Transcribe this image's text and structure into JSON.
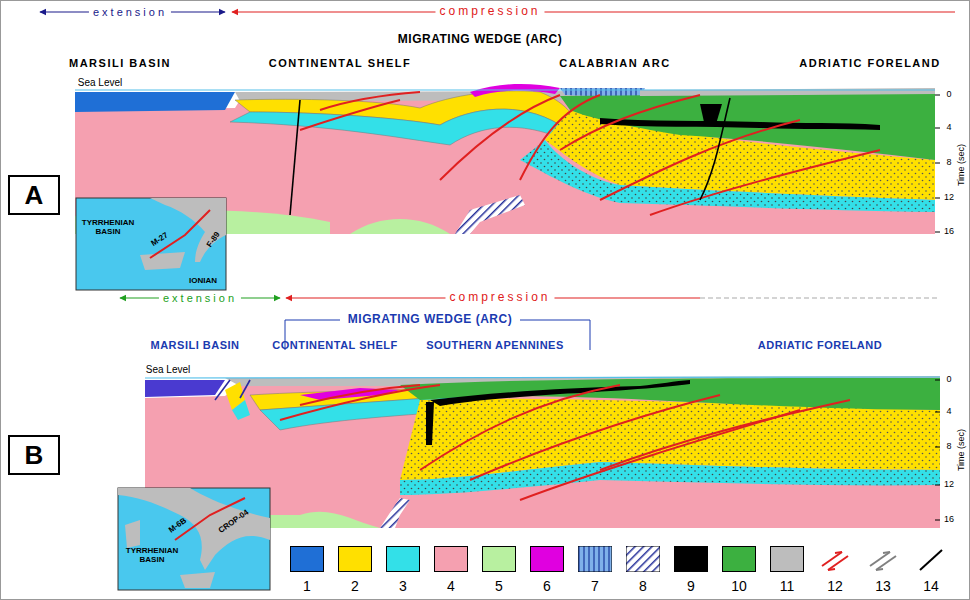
{
  "diagram": {
    "nodes": [
      {
        "text": [
          "A"
        ]
      },
      {
        "text": [
          "B"
        ]
      }
    ],
    "labels": [
      "extension",
      "compression",
      "MIGRATING WEDGE (ARC)",
      "MARSILI BASIN",
      "CONTINENTAL SHELF",
      "CALABRIAN ARC",
      "ADRIATIC FORELAND",
      "Sea Level",
      "0",
      "4",
      "8",
      "12",
      "16",
      "Time (sec)",
      "TYRRHENIAN BASIN",
      "M-27",
      "F-89",
      "IONIAN",
      "extension",
      "compression",
      "MIGRATING WEDGE (ARC)",
      "MARSILI BASIN",
      "CONTINENTAL SHELF",
      "SOUTHERN APENNINES",
      "ADRIATIC FORELAND",
      "Sea Level",
      "0",
      "4",
      "8",
      "12",
      "16",
      "Time (sec)",
      "TYRRHENIAN BASIN",
      "M-6B",
      "CROP-04"
    ],
    "legend": [
      {
        "text": "1",
        "color": "#1f6fd6"
      },
      {
        "text": "2",
        "color": "#ffe000"
      },
      {
        "text": "3",
        "color": "#33e0e8"
      },
      {
        "text": "4",
        "color": "#f5a0b0"
      },
      {
        "text": "5",
        "color": "#b8f0a0"
      },
      {
        "text": "6",
        "color": "#e000e0"
      },
      {
        "text": "7"
      },
      {
        "text": "8"
      },
      {
        "text": "9",
        "color": "#000000"
      },
      {
        "text": "10",
        "color": "#3cb040"
      },
      {
        "text": "11",
        "color": "#bdbdbd"
      },
      {
        "text": "12"
      },
      {
        "text": "13"
      },
      {
        "text": "14"
      }
    ]
  }
}
